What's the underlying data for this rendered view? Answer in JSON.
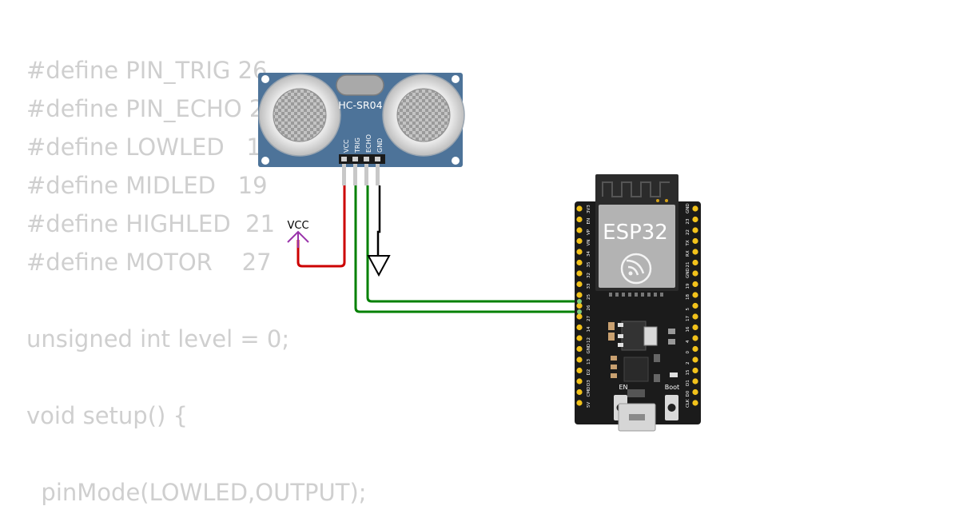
{
  "code": {
    "lines": [
      "#define PIN_TRIG 26",
      "#define PIN_ECHO 25",
      "#define LOWLED   18",
      "#define MIDLED   19",
      "#define HIGHLED  21",
      "#define MOTOR    27",
      "",
      "unsigned int level = 0;",
      "",
      "void setup() {",
      "",
      "  pinMode(LOWLED,OUTPUT);"
    ]
  },
  "sensor": {
    "name": "HC-SR04",
    "pins": [
      "VCC",
      "TRIG",
      "ECHO",
      "GND"
    ],
    "color": "#4d7399"
  },
  "power": {
    "vcc_label": "VCC"
  },
  "board": {
    "name": "ESP32",
    "button_en": "EN",
    "button_boot": "Boot",
    "left_pins": [
      "3V3",
      "EN",
      "VP",
      "VN",
      "34",
      "35",
      "32",
      "33",
      "25",
      "26",
      "27",
      "14",
      "12",
      "GND",
      "13",
      "D2",
      "D3",
      "CMD",
      "5V"
    ],
    "right_pins": [
      "GND",
      "23",
      "22",
      "TX",
      "RX",
      "21",
      "GND",
      "19",
      "18",
      "5",
      "17",
      "16",
      "4",
      "0",
      "2",
      "15",
      "D1",
      "D0",
      "CLK"
    ]
  },
  "wire_colors": {
    "vcc": "#cc0000",
    "signal": "#008000",
    "gnd": "#000000",
    "vcc_symbol": "#9933aa"
  }
}
